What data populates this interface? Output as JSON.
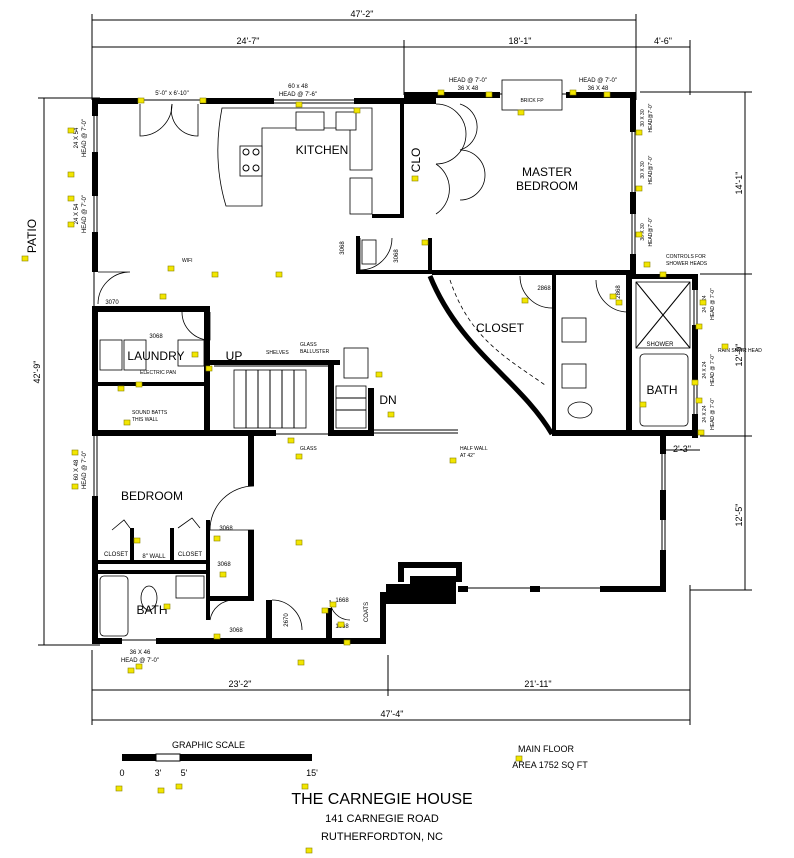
{
  "colors": {
    "wall": "#000000",
    "note_marker": "#f2e600",
    "background": "#ffffff"
  },
  "dimensions": {
    "overall_top": "47'-2\"",
    "top_left": "24'-7\"",
    "top_mid": "18'-1\"",
    "top_right": "4'-6\"",
    "left_side": "42'-9\"",
    "right_upper": "14'-1\"",
    "right_mid": "12'-9\"",
    "right_small": "2'-3\"",
    "right_lower": "12'-5\"",
    "bottom_left": "23'-2\"",
    "bottom_right": "21'-11\"",
    "overall_bottom": "47'-4\""
  },
  "rooms": {
    "kitchen": "KITCHEN",
    "master_bedroom_1": "MASTER",
    "master_bedroom_2": "BEDROOM",
    "closet": "CLOSET",
    "clo": "CLO",
    "laundry": "LAUNDRY",
    "bedroom": "BEDROOM",
    "bath_lower": "BATH",
    "bath_master": "BATH",
    "closet_a": "CLOSET",
    "closet_b": "CLOSET",
    "coats": "COATS",
    "patio": "PATIO",
    "shower": "SHOWER"
  },
  "annotations": {
    "patio_door": "5'-0\" x 6'-10\"",
    "kitchen_window_1": "60 x 48",
    "kitchen_window_2": "HEAD @ 7'-6\"",
    "mb_win_l1": "HEAD @ 7'-0\"",
    "mb_win_l2": "36 X 48",
    "mb_win_r1": "HEAD @ 7'-0\"",
    "mb_win_r2": "36 X 48",
    "brick_fp": "BRICK FP",
    "left_win_a1": "24 X 54",
    "left_win_a2": "HEAD @ 7'-0\"",
    "left_win_b1": "24 X 54",
    "left_win_b2": "HEAD @ 7'-0\"",
    "wifi": "WIFI",
    "door_3070": "3070",
    "door_3068_laundry": "3068",
    "door_3068_a": "3068",
    "door_3068_b": "3068",
    "door_2868_closet": "2868",
    "door_2868_bath": "2868",
    "controls_1": "CONTROLS FOR",
    "controls_2": "SHOWER HEADS",
    "rain_head": "RAIN SHWR HEAD",
    "r_win_1": "30 X 30",
    "r_win_1b": "HEAD@7'-0\"",
    "r_win_2": "30 X 30",
    "r_win_2b": "HEAD@7'-0\"",
    "r_win_3": "30 X 30",
    "r_win_3b": "HEAD@7'-0\"",
    "r_win_4": "24 X 24",
    "r_win_4b": "HEAD @ 7'-0\"",
    "r_win_5": "24 X 24",
    "r_win_5b": "HEAD @ 7'-0\"",
    "r_win_6": "24 X 24",
    "r_win_6b": "HEAD @ 7'-0\"",
    "up": "UP",
    "dn": "DN",
    "shelves": "SHELVES",
    "glass_baluster_1": "GLASS",
    "glass_baluster_2": "BALLUSTER",
    "glass": "GLASS",
    "half_wall_1": "HALF WALL",
    "half_wall_2": "AT 42\"",
    "sound_batts_1": "SOUND BATTS",
    "sound_batts_2": "THIS WALL",
    "elec_pan": "ELECTRIC PAN",
    "bed_win_1": "60 X 48",
    "bed_win_2": "HEAD @ 7'-0\"",
    "wall_8": "8\" WALL",
    "door_3068_bed": "3068",
    "door_3068_bath": "3068",
    "door_3068_low": "3068",
    "door_2670": "2670",
    "door_1668_a": "1668",
    "door_1668_b": "1668",
    "bath_win_1": "36 X 46",
    "bath_win_2": "HEAD @ 7'-0\""
  },
  "scale": {
    "title": "GRAPHIC SCALE",
    "t0": "0",
    "t3": "3'",
    "t5": "5'",
    "t15": "15'"
  },
  "floor_info": {
    "line1": "MAIN FLOOR",
    "line2": "AREA 1752 SQ FT"
  },
  "title_block": {
    "title": "THE CARNEGIE HOUSE",
    "address": "141 CARNEGIE ROAD",
    "city": "RUTHERFORDTON, NC"
  }
}
